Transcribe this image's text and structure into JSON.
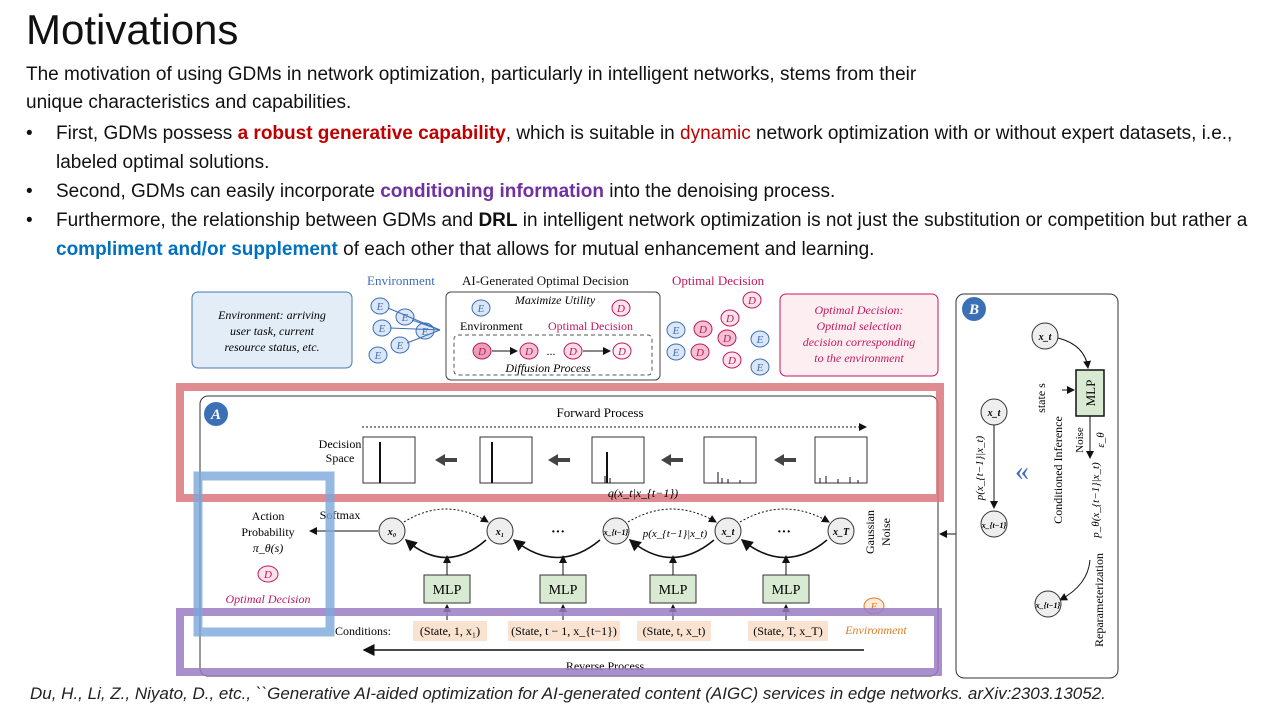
{
  "title": "Motivations",
  "intro": {
    "line1": "The motivation of using GDMs in network optimization,  particularly in intelligent networks, stems from their",
    "line2": "unique  characteristics and capabilities."
  },
  "bullets": [
    {
      "marker": "•",
      "p1": "First, GDMs possess ",
      "hl1": "a robust generative capability",
      "p2": ", which  is suitable in ",
      "hl2": "dynamic",
      "p3": " network optimization with or without  expert datasets, i.e., labeled optimal solutions."
    },
    {
      "marker": "•",
      "p1": "Second, GDMs can easily incorporate ",
      "hl1": "conditioning information",
      "p2": " into the denoising process."
    },
    {
      "marker": "•",
      "p1": "Furthermore, the relationship between GDMs and ",
      "hl1": "DRL",
      "p2": " in intelligent network optimization is not just the substitution or competition but rather a ",
      "hl2": "compliment and/or supplement",
      "p3": " of each other that allows for mutual enhancement and learning."
    }
  ],
  "figure": {
    "top": {
      "environment_label": "Environment",
      "center_title": "AI-Generated Optimal Decision",
      "optimal_decision_label": "Optimal Decision",
      "maximize_utility": "Maximize Utility",
      "inner_environment": "Environment",
      "inner_optimal_decision": "Optimal Decision",
      "diffusion_process": "Diffusion Process",
      "dots": "...",
      "env_note": [
        "Environment: arriving",
        "user task, current",
        "resource status, etc."
      ],
      "opt_note": [
        "Optimal Decision:",
        "Optimal selection",
        "decision corresponding",
        "to the environment"
      ],
      "E": "E",
      "D": "D"
    },
    "panel_a": {
      "badge": "A",
      "forward_process": "Forward Process",
      "decision_space": [
        "Decision",
        "Space"
      ],
      "q_label": "q(x_t|x_{t−1})",
      "p_label": "p(x_{t−1}|x_t)",
      "softmax": "Softmax",
      "action_prob": [
        "Action",
        "Probability",
        "π_θ(s)"
      ],
      "optimal_decision": "Optimal Decision",
      "gaussian_noise": [
        "Gaussian",
        "Noise"
      ],
      "nodes": [
        "x₀",
        "x₁",
        "x_{t−1}",
        "x_t",
        "x_T"
      ],
      "ellipsis": "···",
      "mlp": "MLP",
      "conditions_label": "Conditions:",
      "conditions": [
        "(State, 1, x₁)",
        "(State, t − 1, x_{t−1})",
        "(State, t, x_t)",
        "(State, T, x_T)"
      ],
      "environment": "Environment",
      "reverse_process": "Reverse Process"
    },
    "panel_b": {
      "badge": "B",
      "x_t": "x_t",
      "x_tm1": "x_{t−1}",
      "p_label": "p(x_{t−1}|x_t)",
      "state_s": "state s",
      "conditioned_inference": "Conditioned Inference",
      "mlp": "MLP",
      "noise": "Noise",
      "eps": "ε_θ",
      "p_theta": "p_θ(x_{t−1}|x_t)",
      "reparam": "Reparameterization",
      "arrow": "«"
    }
  },
  "citation": "Du, H., Li, Z., Niyato, D., etc., ``Generative AI-aided optimization for AI-generated content (AIGC) services in edge networks. arXiv:2303.13052."
}
